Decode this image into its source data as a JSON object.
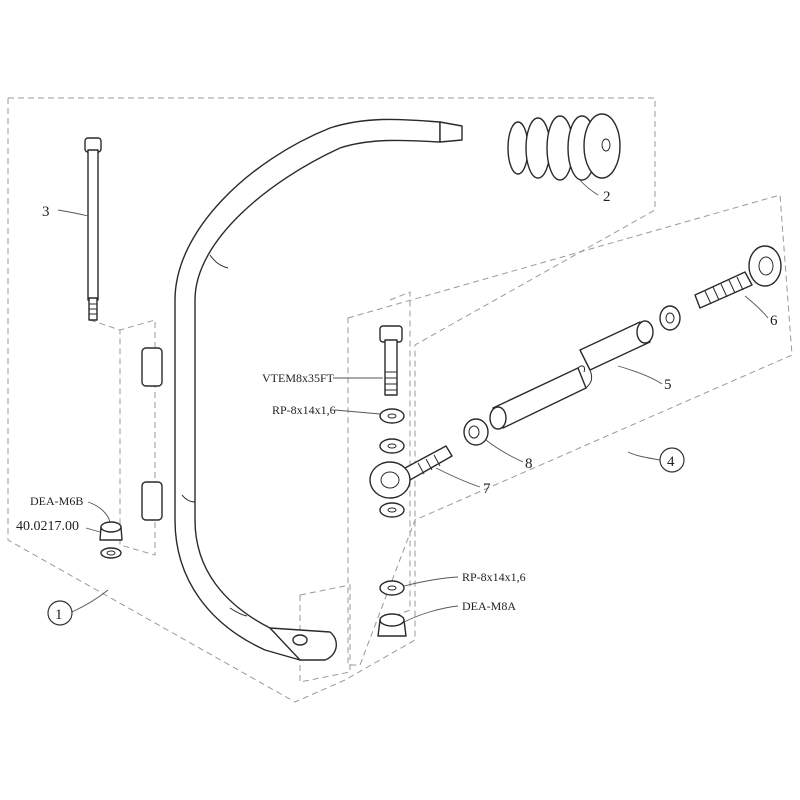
{
  "parts": {
    "p1": "1",
    "p2": "2",
    "p3": "3",
    "p4": "4",
    "p5": "5",
    "p6": "6",
    "p7": "7",
    "p8": "8"
  },
  "labels": {
    "vtem": "VTEM8x35FT",
    "rp_top": "RP-8x14x1,6",
    "dea_m6b": "DEA-M6B",
    "code": "40.0217.00",
    "rp_bottom": "RP-8x14x1,6",
    "dea_m8a": "DEA-M8A"
  }
}
